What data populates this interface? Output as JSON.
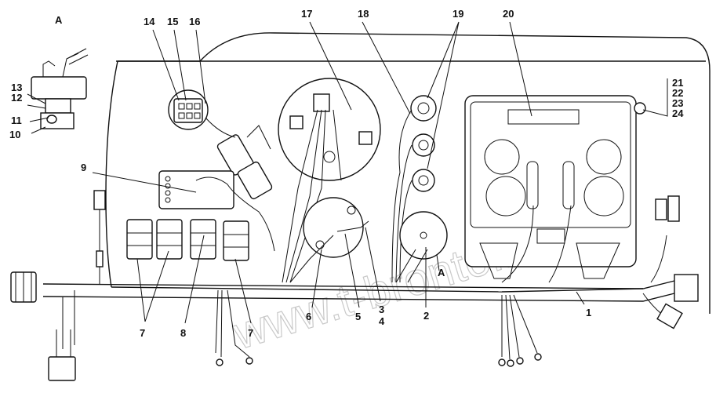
{
  "view_label": "A",
  "arrow_label": "A",
  "watermark": "www.t-bronto.kz",
  "callouts": [
    {
      "id": "c1",
      "text": "1"
    },
    {
      "id": "c2",
      "text": "2"
    },
    {
      "id": "c3",
      "text": "3"
    },
    {
      "id": "c4",
      "text": "4"
    },
    {
      "id": "c5",
      "text": "5"
    },
    {
      "id": "c6",
      "text": "6"
    },
    {
      "id": "c7a",
      "text": "7"
    },
    {
      "id": "c7b",
      "text": "7"
    },
    {
      "id": "c8",
      "text": "8"
    },
    {
      "id": "c9",
      "text": "9"
    },
    {
      "id": "c10",
      "text": "10"
    },
    {
      "id": "c11",
      "text": "11"
    },
    {
      "id": "c12",
      "text": "12"
    },
    {
      "id": "c13",
      "text": "13"
    },
    {
      "id": "c14",
      "text": "14"
    },
    {
      "id": "c15",
      "text": "15"
    },
    {
      "id": "c16",
      "text": "16"
    },
    {
      "id": "c17",
      "text": "17"
    },
    {
      "id": "c18",
      "text": "18"
    },
    {
      "id": "c19",
      "text": "19"
    },
    {
      "id": "c20",
      "text": "20"
    },
    {
      "id": "c21",
      "text": "21"
    },
    {
      "id": "c22",
      "text": "22"
    },
    {
      "id": "c23",
      "text": "23"
    },
    {
      "id": "c24",
      "text": "24"
    }
  ]
}
